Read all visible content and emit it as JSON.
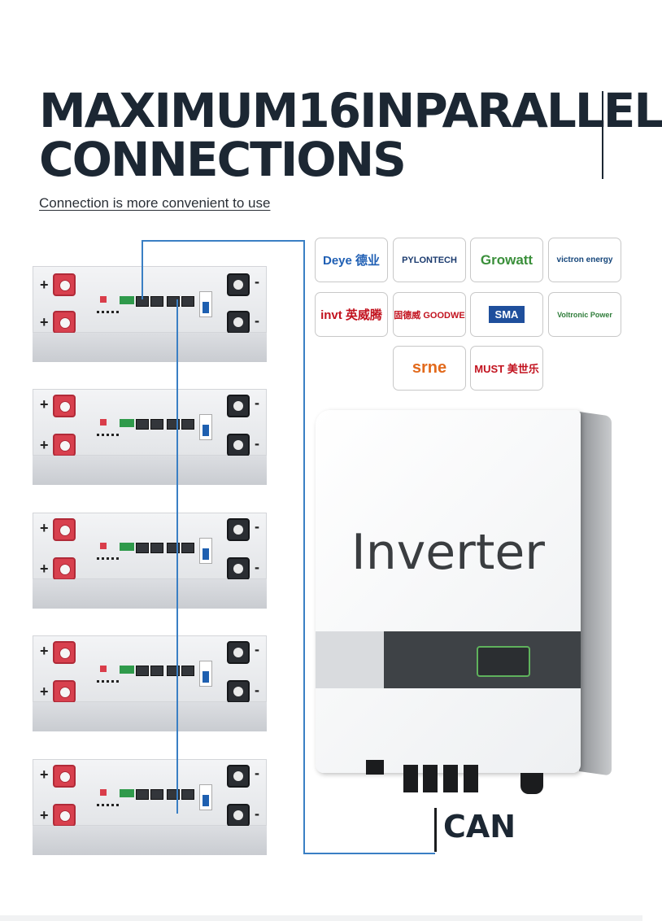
{
  "heading": {
    "line1": "MAXIMUM16INPARALLEL",
    "line2": "CONNECTIONS"
  },
  "subtitle": "Connection is more convenient to use",
  "colors": {
    "wire": "#3a7fc4",
    "title": "#1c2733"
  },
  "batteries": {
    "count": 5,
    "plus_sign": "+",
    "minus_sign": "-"
  },
  "brands": [
    {
      "name": "Deye 德业",
      "color": "#1f5fb4",
      "icon": "deye-logo"
    },
    {
      "name": "PYLONTECH",
      "color": "#1b3b6f",
      "icon": "pylontech-logo"
    },
    {
      "name": "Growatt",
      "color": "#3a8f3a",
      "icon": "growatt-logo"
    },
    {
      "name": "victron energy",
      "color": "#14457a",
      "icon": "victron-logo"
    },
    {
      "name": "invt 英威腾",
      "color": "#c2121e",
      "icon": "invt-logo"
    },
    {
      "name": "固德威 GOODWE",
      "color": "#c2121e",
      "icon": "goodwe-logo"
    },
    {
      "name": "SMA",
      "color": "#1f4f9c",
      "icon": "sma-logo"
    },
    {
      "name": "Voltronic Power",
      "color": "#2f7d3a",
      "icon": "voltronic-logo"
    },
    {
      "name": "srne",
      "color": "#e26a1c",
      "icon": "srne-logo"
    },
    {
      "name": "MUST 美世乐",
      "color": "#c2121e",
      "icon": "must-logo"
    }
  ],
  "inverter": {
    "label": "Inverter"
  },
  "can_label": "CAN"
}
